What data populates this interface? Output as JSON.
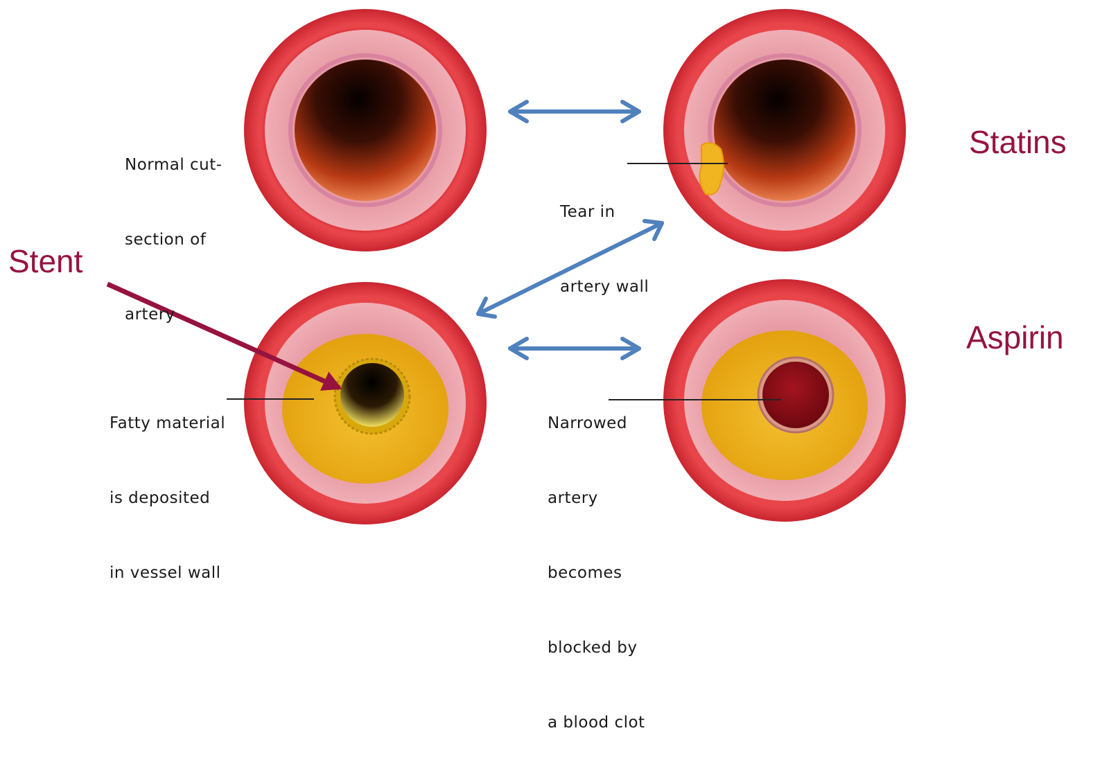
{
  "labels": {
    "normal": [
      "Normal cut-",
      "section of",
      "artery"
    ],
    "tear": [
      "Tear in",
      "artery wall"
    ],
    "fatty": [
      "Fatty material",
      "is deposited",
      "in vessel wall"
    ],
    "narrowed": [
      "Narrowed",
      "artery",
      "becomes",
      "blocked by",
      "a blood clot"
    ]
  },
  "treatments": {
    "statins": "Statins",
    "aspirin": "Aspirin",
    "stent": "Stent"
  },
  "colors": {
    "treatment_text": "#96133f",
    "stent_arrow": "#96133f",
    "progress_arrow": "#4f81bd",
    "outer_wall": "#e0383d",
    "media_layer": "#e69ba4",
    "fatty_plaque": "#e8a912",
    "blood_clot": "#8e0d17"
  },
  "icons": {
    "progress_arrows": "double-headed-arrow",
    "stent_arrow": "arrow-right"
  }
}
